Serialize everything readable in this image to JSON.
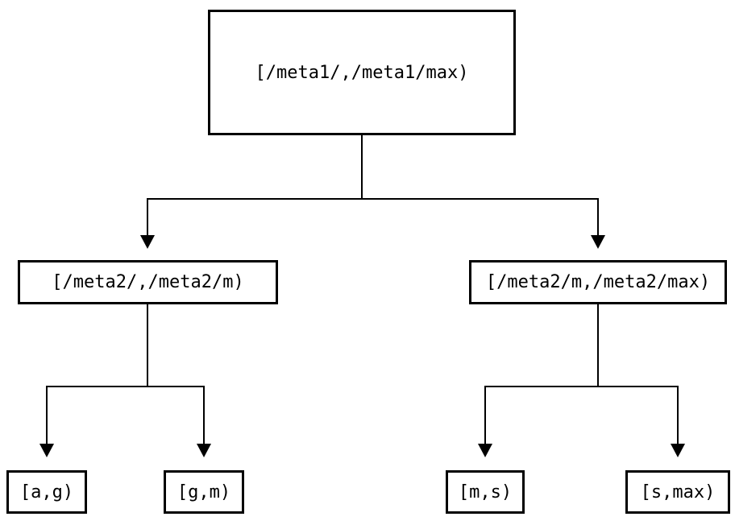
{
  "diagram": {
    "kind": "binary-range-partition-tree",
    "colors": {
      "background": "#ffffff",
      "line": "#000000",
      "box_border": "#000000",
      "text": "#000000"
    },
    "tree": {
      "root": {
        "label": "[/meta1/,/meta1/max)",
        "children": [
          {
            "label": "[/meta2/,/meta2/m)",
            "children": [
              {
                "label": "[a,g)"
              },
              {
                "label": "[g,m)"
              }
            ]
          },
          {
            "label": "[/meta2/m,/meta2/max)",
            "children": [
              {
                "label": "[m,s)"
              },
              {
                "label": "[s,max)"
              }
            ]
          }
        ]
      }
    }
  }
}
